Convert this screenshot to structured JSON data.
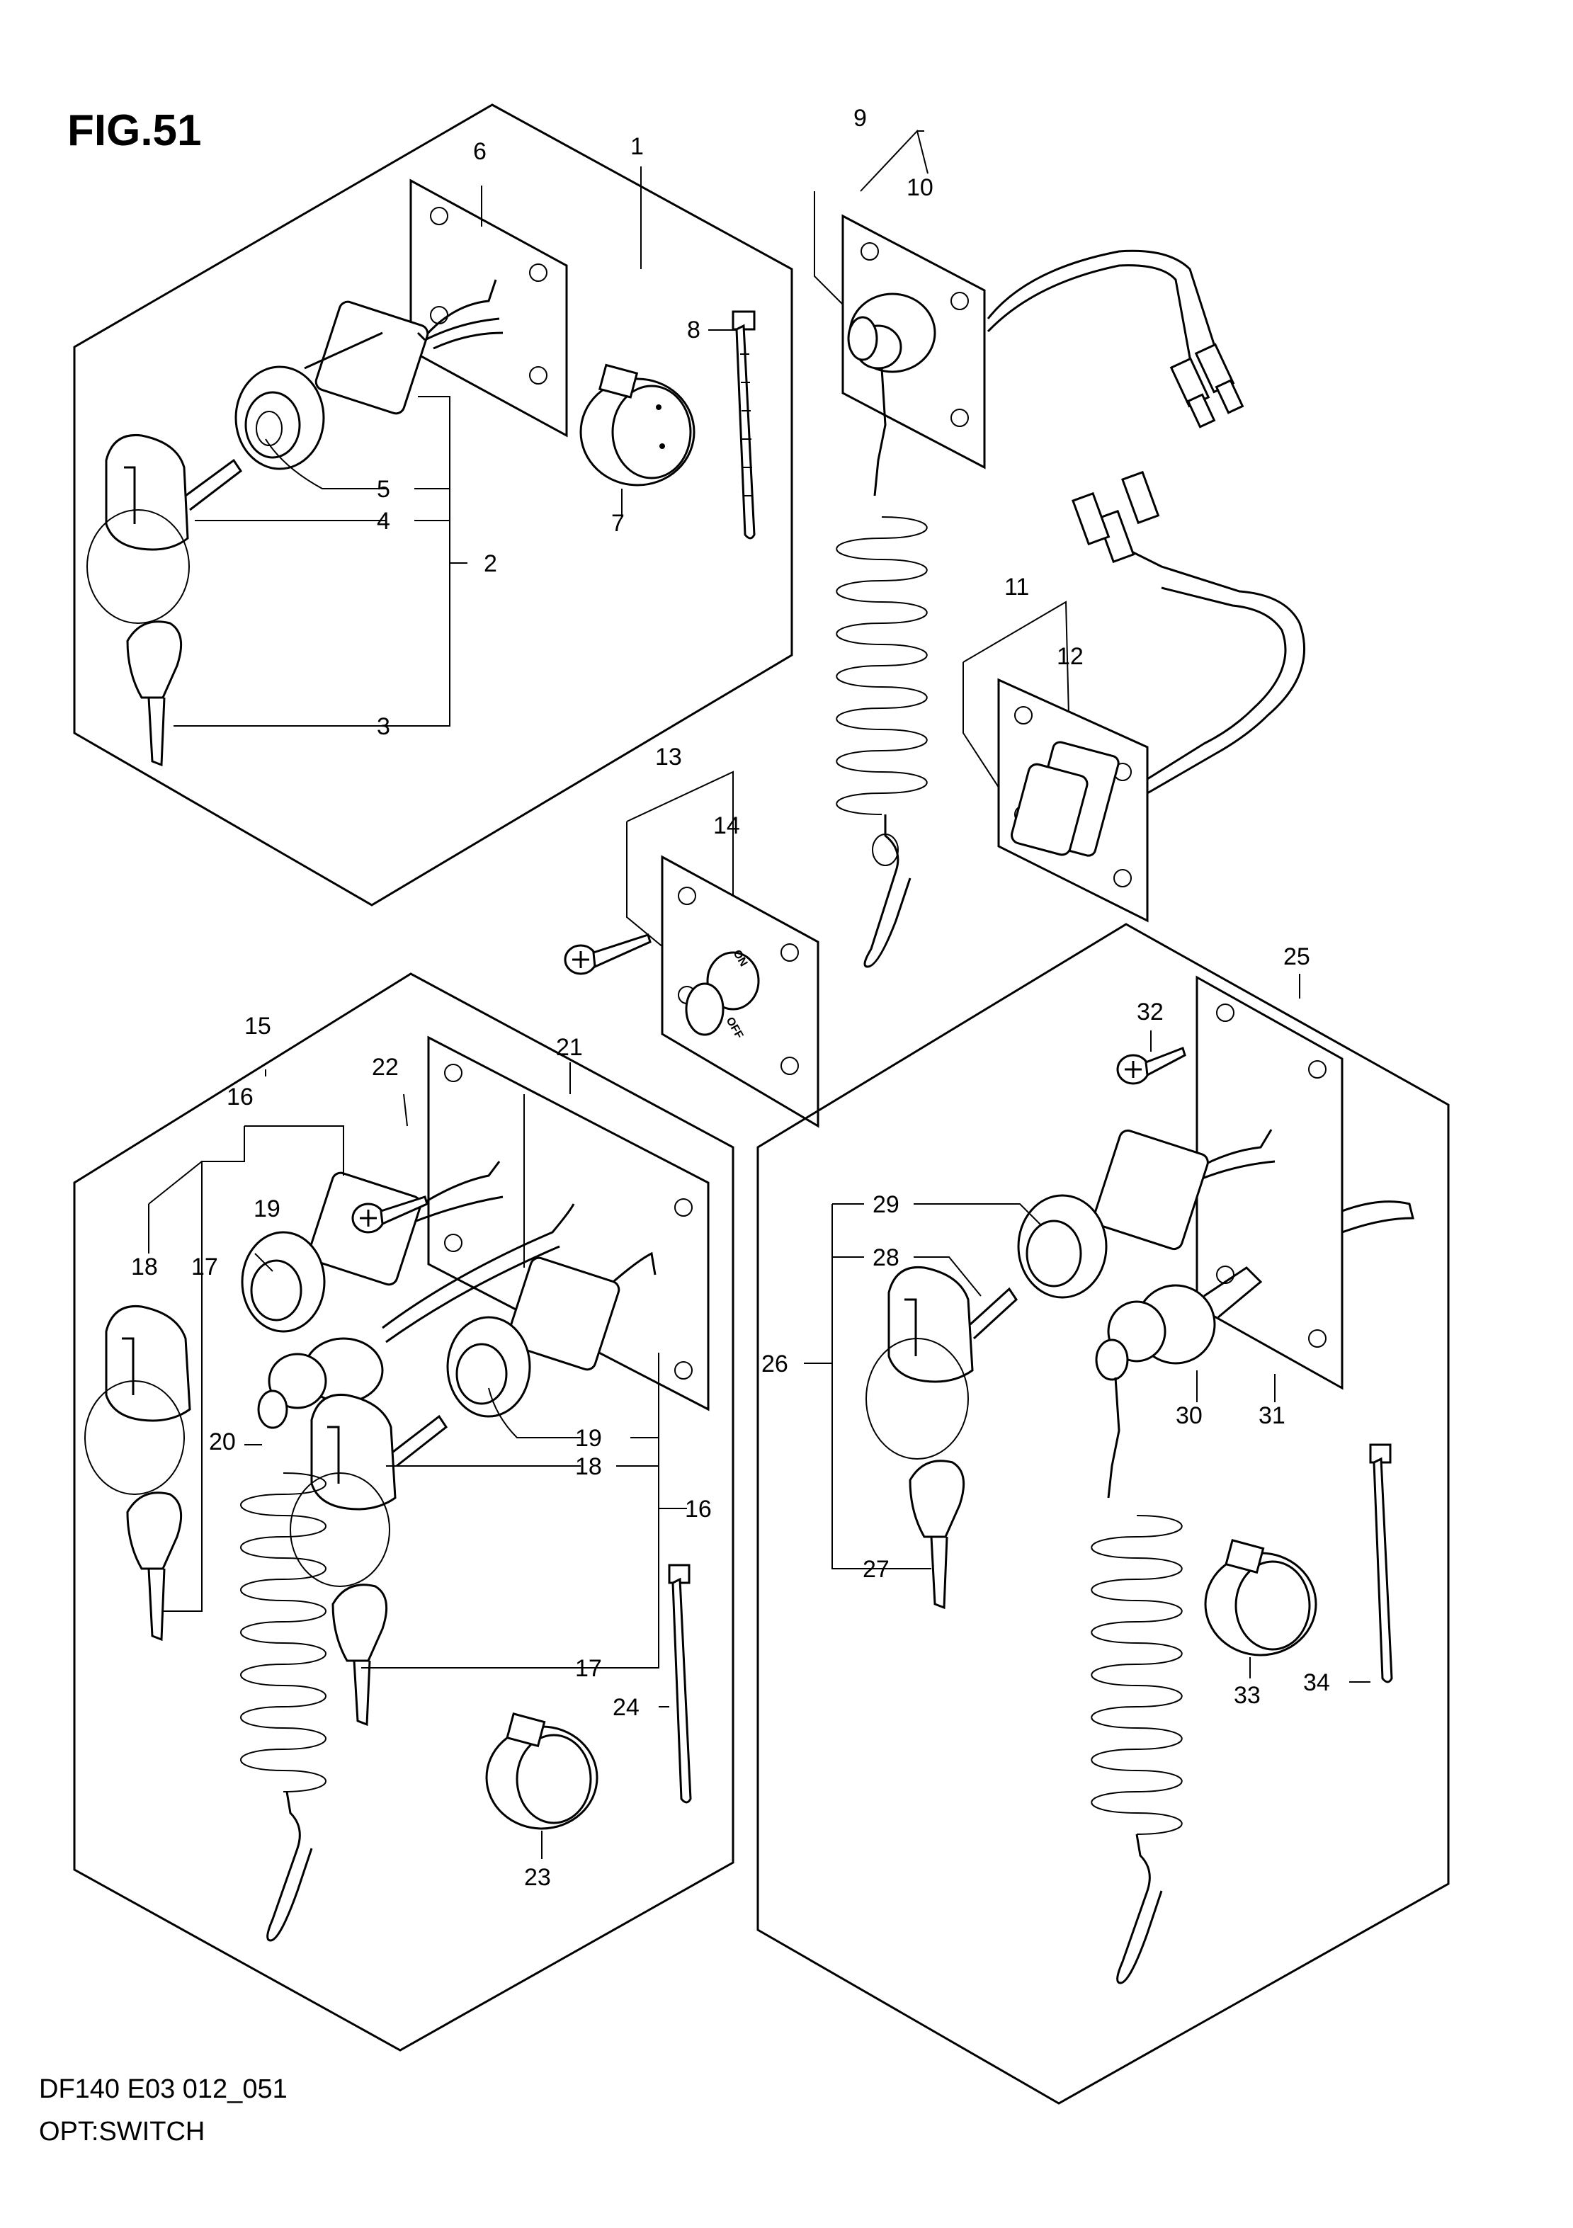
{
  "figure": {
    "title": "FIG.51"
  },
  "footer": {
    "line1": "DF140 E03 012_051",
    "line2": "OPT:SWITCH"
  },
  "switch_markings": {
    "on": "ON",
    "off": "OFF"
  },
  "callouts": [
    {
      "n": "1"
    },
    {
      "n": "2"
    },
    {
      "n": "3"
    },
    {
      "n": "4"
    },
    {
      "n": "5"
    },
    {
      "n": "6"
    },
    {
      "n": "7"
    },
    {
      "n": "8"
    },
    {
      "n": "9"
    },
    {
      "n": "10"
    },
    {
      "n": "11"
    },
    {
      "n": "12"
    },
    {
      "n": "13"
    },
    {
      "n": "14"
    },
    {
      "n": "15"
    },
    {
      "n": "16"
    },
    {
      "n": "16"
    },
    {
      "n": "17"
    },
    {
      "n": "17"
    },
    {
      "n": "18"
    },
    {
      "n": "18"
    },
    {
      "n": "19"
    },
    {
      "n": "19"
    },
    {
      "n": "20"
    },
    {
      "n": "21"
    },
    {
      "n": "22"
    },
    {
      "n": "23"
    },
    {
      "n": "24"
    },
    {
      "n": "25"
    },
    {
      "n": "26"
    },
    {
      "n": "27"
    },
    {
      "n": "28"
    },
    {
      "n": "29"
    },
    {
      "n": "30"
    },
    {
      "n": "31"
    },
    {
      "n": "32"
    },
    {
      "n": "33"
    },
    {
      "n": "34"
    }
  ]
}
